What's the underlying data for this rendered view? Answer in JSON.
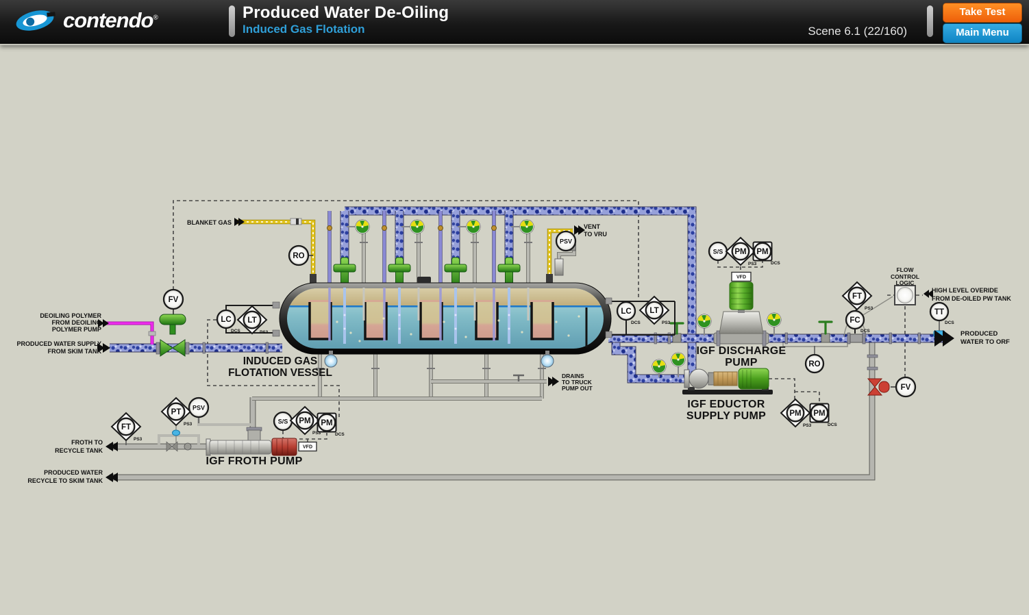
{
  "header": {
    "brand": "contendo",
    "registered": "®",
    "title": "Produced Water De-Oiling",
    "subtitle": "Induced Gas Flotation",
    "scene": "Scene 6.1 (22/160)",
    "take_test": "Take Test",
    "main_menu": "Main Menu"
  },
  "colors": {
    "background": "#d2d2c6",
    "accent_orange": "#f26e21",
    "accent_blue": "#1e9cd8",
    "subtitle_blue": "#2f9fd8",
    "pipe_blue": "#96a0da",
    "line_yellow": "#e2c319",
    "line_magenta": "#ee2dee",
    "valve_green": "#2f8f1f",
    "motor_green": "#4ca01e",
    "motor_red": "#b84034"
  },
  "labels": {
    "blanket_gas": "BLANKET GAS",
    "vent": [
      "VENT",
      "TO VRU"
    ],
    "deoiling": [
      "DEOILING POLYMER",
      "FROM DEOILING",
      "POLYMER PUMP"
    ],
    "supply": [
      "PRODUCED WATER SUPPLY",
      "FROM SKIM TANK"
    ],
    "vessel": [
      "INDUCED GAS",
      "FLOTATION VESSEL"
    ],
    "drains": [
      "DRAINS",
      "TO TRUCK",
      "PUMP OUT"
    ],
    "froth": [
      "FROTH TO",
      "RECYCLE TANK"
    ],
    "recycle": [
      "PRODUCED WATER",
      "RECYCLE TO SKIM TANK"
    ],
    "froth_pump": "IGF FROTH PUMP",
    "discharge_pump": [
      "IGF DISCHARGE",
      "PUMP"
    ],
    "eductor_pump": [
      "IGF EDUCTOR",
      "SUPPLY PUMP"
    ],
    "orf": [
      "PRODUCED",
      "WATER TO ORF"
    ],
    "high_level": [
      "HIGH LEVEL OVERIDE",
      "FROM DE-OILED PW TANK"
    ],
    "flow_logic": [
      "FLOW",
      "CONTROL",
      "LOGIC"
    ]
  },
  "inst": {
    "fv_inlet": {
      "tag": "FV"
    },
    "ro_blanket": {
      "tag": "RO"
    },
    "lc_left": {
      "tag": "LC",
      "sub": "DCS"
    },
    "lt_left": {
      "tag": "LT",
      "sub": "PS3"
    },
    "psv_vessel": {
      "tag": "PSV"
    },
    "lc_right": {
      "tag": "LC",
      "sub": "DCS"
    },
    "lt_right": {
      "tag": "LT",
      "sub": "PS3"
    },
    "ss_discharge": {
      "tag": "S/S"
    },
    "pm_discharge_a": {
      "tag": "PM",
      "sub": "PS3"
    },
    "pm_discharge_b": {
      "tag": "PM",
      "sub": "DCS"
    },
    "vfd_discharge": {
      "tag": "VFD"
    },
    "ft_outlet": {
      "tag": "FT",
      "sub": "PS3"
    },
    "fc_outlet": {
      "tag": "FC",
      "sub": "DCS"
    },
    "tt_outlet": {
      "tag": "TT",
      "sub": "DCS"
    },
    "ro_outlet": {
      "tag": "RO"
    },
    "fv_recycle": {
      "tag": "FV"
    },
    "pm_eductor_a": {
      "tag": "PM",
      "sub": "PS3"
    },
    "pm_eductor_b": {
      "tag": "PM",
      "sub": "DCS"
    },
    "ft_froth": {
      "tag": "FT",
      "sub": "PS3"
    },
    "pt_froth": {
      "tag": "PT",
      "sub": "PS3"
    },
    "psv_froth": {
      "tag": "PSV"
    },
    "ss_froth": {
      "tag": "S/S"
    },
    "pm_froth_a": {
      "tag": "PM",
      "sub": "PS3"
    },
    "pm_froth_b": {
      "tag": "PM",
      "sub": "DCS"
    },
    "vfd_froth": {
      "tag": "VFD"
    }
  }
}
